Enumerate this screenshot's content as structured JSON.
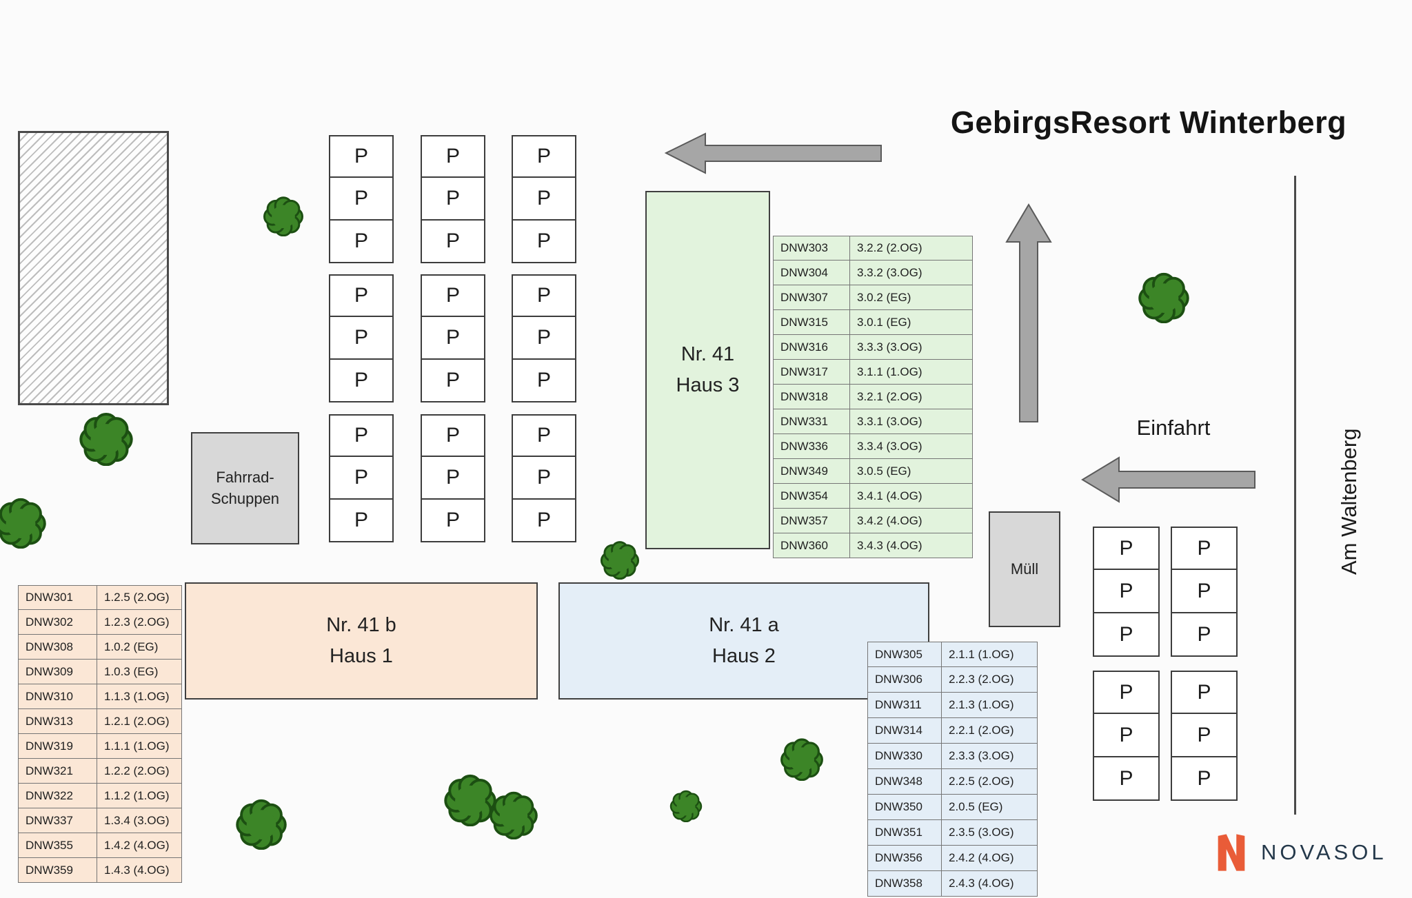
{
  "title": "GebirgsResort Winterberg",
  "labels": {
    "parking": "P",
    "bike_shed_line1": "Fahrrad-",
    "bike_shed_line2": "Schuppen",
    "trash": "Müll",
    "entrance": "Einfahrt",
    "street": "Am Waltenberg"
  },
  "buildings": {
    "haus3": {
      "line1": "Nr. 41",
      "line2": "Haus 3"
    },
    "haus1": {
      "line1": "Nr. 41 b",
      "line2": "Haus 1"
    },
    "haus2": {
      "line1": "Nr. 41 a",
      "line2": "Haus 2"
    }
  },
  "apartment_tables": {
    "haus3": {
      "rows": [
        {
          "code": "DNW303",
          "unit": "3.2.2 (2.OG)"
        },
        {
          "code": "DNW304",
          "unit": "3.3.2 (3.OG)"
        },
        {
          "code": "DNW307",
          "unit": "3.0.2 (EG)"
        },
        {
          "code": "DNW315",
          "unit": "3.0.1 (EG)"
        },
        {
          "code": "DNW316",
          "unit": "3.3.3 (3.OG)"
        },
        {
          "code": "DNW317",
          "unit": "3.1.1 (1.OG)"
        },
        {
          "code": "DNW318",
          "unit": "3.2.1 (2.OG)"
        },
        {
          "code": "DNW331",
          "unit": "3.3.1 (3.OG)"
        },
        {
          "code": "DNW336",
          "unit": "3.3.4 (3.OG)"
        },
        {
          "code": "DNW349",
          "unit": "3.0.5 (EG)"
        },
        {
          "code": "DNW354",
          "unit": "3.4.1 (4.OG)"
        },
        {
          "code": "DNW357",
          "unit": "3.4.2 (4.OG)"
        },
        {
          "code": "DNW360",
          "unit": "3.4.3 (4.OG)"
        }
      ]
    },
    "haus1": {
      "rows": [
        {
          "code": "DNW301",
          "unit": "1.2.5 (2.OG)"
        },
        {
          "code": "DNW302",
          "unit": "1.2.3 (2.OG)"
        },
        {
          "code": "DNW308",
          "unit": "1.0.2 (EG)"
        },
        {
          "code": "DNW309",
          "unit": "1.0.3 (EG)"
        },
        {
          "code": "DNW310",
          "unit": "1.1.3 (1.OG)"
        },
        {
          "code": "DNW313",
          "unit": "1.2.1 (2.OG)"
        },
        {
          "code": "DNW319",
          "unit": "1.1.1 (1.OG)"
        },
        {
          "code": "DNW321",
          "unit": "1.2.2 (2.OG)"
        },
        {
          "code": "DNW322",
          "unit": "1.1.2 (1.OG)"
        },
        {
          "code": "DNW337",
          "unit": "1.3.4 (3.OG)"
        },
        {
          "code": "DNW355",
          "unit": "1.4.2 (4.OG)"
        },
        {
          "code": "DNW359",
          "unit": "1.4.3 (4.OG)"
        }
      ]
    },
    "haus2": {
      "rows": [
        {
          "code": "DNW305",
          "unit": "2.1.1 (1.OG)"
        },
        {
          "code": "DNW306",
          "unit": "2.2.3 (2.OG)"
        },
        {
          "code": "DNW311",
          "unit": "2.1.3 (1.OG)"
        },
        {
          "code": "DNW314",
          "unit": "2.2.1 (2.OG)"
        },
        {
          "code": "DNW330",
          "unit": "2.3.3 (3.OG)"
        },
        {
          "code": "DNW348",
          "unit": "2.2.5 (2.OG)"
        },
        {
          "code": "DNW350",
          "unit": "2.0.5 (EG)"
        },
        {
          "code": "DNW351",
          "unit": "2.3.5 (3.OG)"
        },
        {
          "code": "DNW356",
          "unit": "2.4.2 (4.OG)"
        },
        {
          "code": "DNW358",
          "unit": "2.4.3 (4.OG)"
        }
      ]
    }
  },
  "logo": {
    "brand": "NOVASOL"
  },
  "colors": {
    "haus1_fill": "#fbe7d6",
    "haus2_fill": "#e4eef7",
    "haus3_fill": "#e2f3dd",
    "gray_fill": "#d8d8d8",
    "arrow_fill": "#a6a6a6",
    "tree_fill": "#3c8527",
    "tree_stroke": "#1c4f12",
    "logo_orange": "#e95c38",
    "logo_text": "#24384a"
  }
}
